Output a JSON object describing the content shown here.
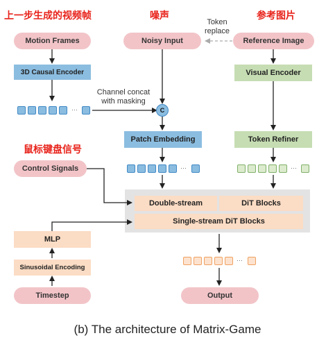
{
  "annotations": {
    "prev_frames_cn": "上一步生成的视频帧",
    "noise_cn": "噪声",
    "reference_cn": "参考图片",
    "mouse_keyboard_cn": "鼠标键盘信号"
  },
  "nodes": {
    "motion_frames": "Motion Frames",
    "causal_encoder": "3D Causal Encoder",
    "noisy_input": "Noisy Input",
    "concat_symbol": "C",
    "patch_embedding": "Patch Embedding",
    "reference_image": "Reference Image",
    "visual_encoder": "Visual Encoder",
    "token_refiner": "Token Refiner",
    "control_signals": "Control Signals",
    "double_stream": "Double-stream",
    "dit_blocks": "DiT Blocks",
    "single_stream": "Single-stream DiT Blocks",
    "mlp": "MLP",
    "sinusoidal": "Sinusoidal Encoding",
    "timestep": "Timestep",
    "output": "Output"
  },
  "edge_labels": {
    "token_replace_line1": "Token",
    "token_replace_line2": "replace",
    "channel_concat_line1": "Channel concat",
    "channel_concat_line2": "with masking"
  },
  "token_ellipsis": "···",
  "caption": "(b) The architecture of Matrix-Game",
  "colors": {
    "annotation_red": "#e8231b",
    "pill_pink": "#f2c4c8",
    "encoder_blue": "#8bbde0",
    "encoder_green": "#c6ddb3",
    "block_peach": "#fbdcc4",
    "backbone_gray": "#e3e3e3"
  }
}
